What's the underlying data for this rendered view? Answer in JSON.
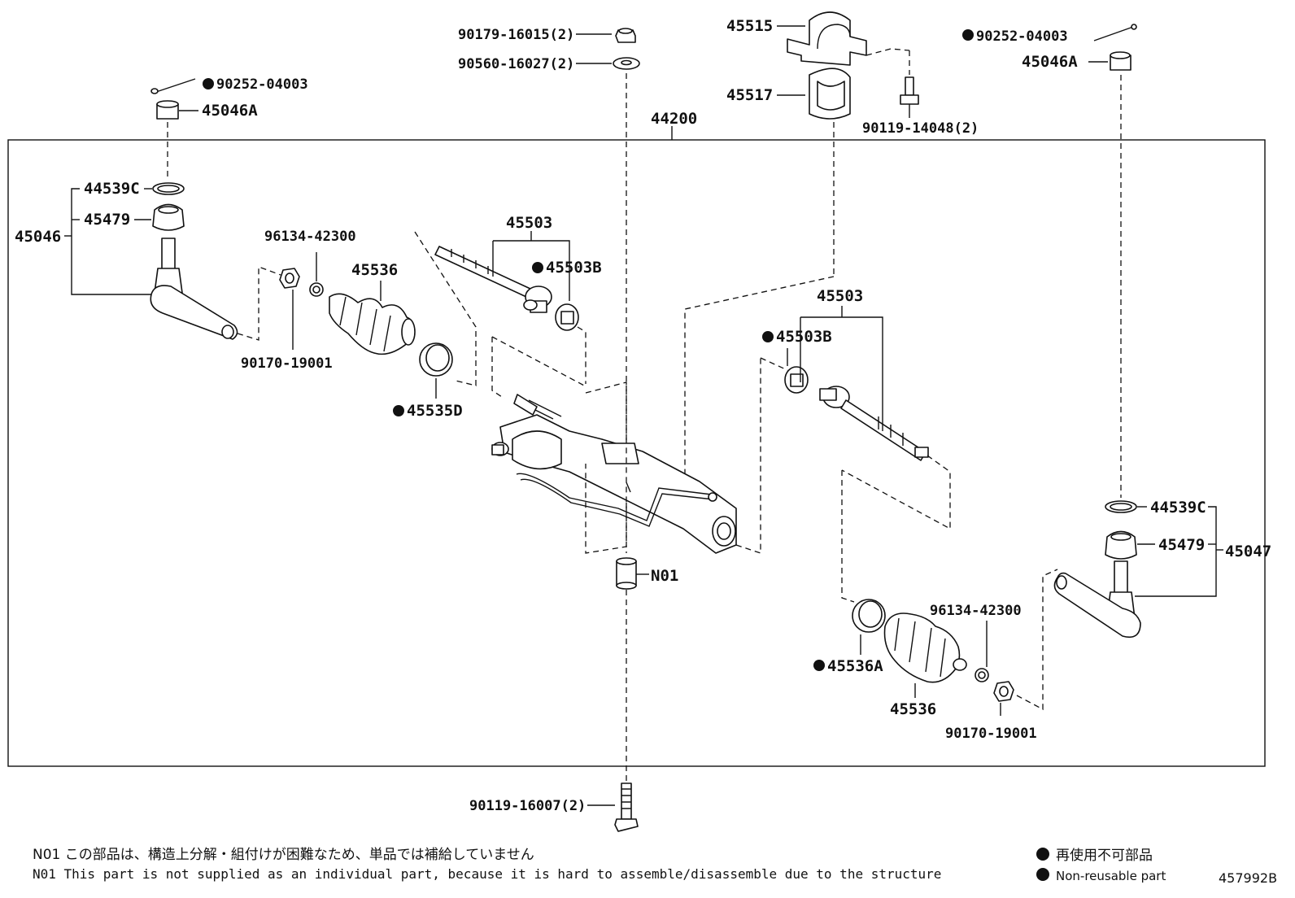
{
  "assembly": {
    "main": "44200"
  },
  "parts": {
    "nut_top_center": "90179-16015(2)",
    "washer_top_center": "90560-16027(2)",
    "bracket": "45515",
    "bushing": "45517",
    "bolt_bracket": "90119-14048(2)",
    "pin_left": "90252-04003",
    "nut_left": "45046A",
    "pin_right": "90252-04003",
    "nut_right": "45046A",
    "ring_left": "44539C",
    "boot_left": "45479",
    "tie_rod_end_left": "45046",
    "clip_left": "96134-42300",
    "boot_rack_left": "45536",
    "nut_lock_left": "90170-19001",
    "clamp_left": "45535D",
    "inner_rod_left": "45503",
    "washer_rod_left": "45503B",
    "inner_rod_right": "45503",
    "washer_rod_right": "45503B",
    "mount_sleeve": "N01",
    "ring_right": "44539C",
    "boot_right": "45479",
    "tie_rod_end_right": "45047",
    "clip_right": "96134-42300",
    "clamp_right": "45536A",
    "boot_rack_right": "45536",
    "nut_lock_right": "90170-19001",
    "bolt_bottom": "90119-16007(2)"
  },
  "notes": {
    "n01_jp": "N01 この部品は、構造上分解・組付けが困難なため、単品では補給していません",
    "n01_en": "N01 This part is not supplied as an individual part, because it is hard to assemble/disassemble due to the structure",
    "legend_jp": "再使用不可部品",
    "legend_en": "Non-reusable part",
    "figure_id": "457992B"
  }
}
